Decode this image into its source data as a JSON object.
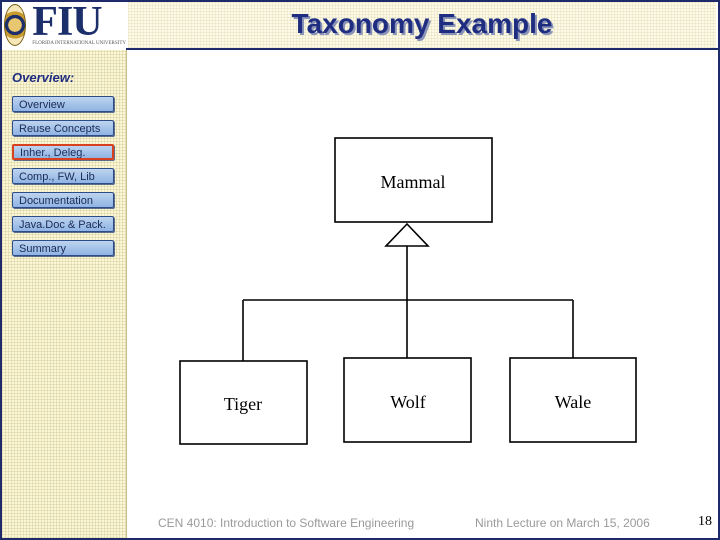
{
  "header": {
    "logo_text": "FIU",
    "logo_subtext": "FLORIDA INTERNATIONAL UNIVERSITY",
    "title": "Taxonomy Example"
  },
  "sidebar": {
    "heading": "Overview:",
    "items": [
      {
        "label": "Overview"
      },
      {
        "label": "Reuse Concepts"
      },
      {
        "label": "Inher., Deleg."
      },
      {
        "label": "Comp., FW, Lib"
      },
      {
        "label": "Documentation"
      },
      {
        "label": "Java.Doc & Pack."
      },
      {
        "label": "Summary"
      }
    ],
    "active_item": "Inher., Deleg."
  },
  "diagram": {
    "parent": {
      "label": "Mammal"
    },
    "children": [
      {
        "label": "Tiger"
      },
      {
        "label": "Wolf"
      },
      {
        "label": "Wale"
      }
    ],
    "relation": "inheritance"
  },
  "footer": {
    "course": "CEN 4010: Introduction to Software Engineering",
    "lecture": "Ninth Lecture on March 15, 2006",
    "page_number": "18"
  },
  "colors": {
    "title": "#1f2d80",
    "frame": "#1f2a6b",
    "nav_button": "#a6c3ea",
    "active_border": "#d9401f",
    "sidebar_bg": "#fbf7d6"
  }
}
